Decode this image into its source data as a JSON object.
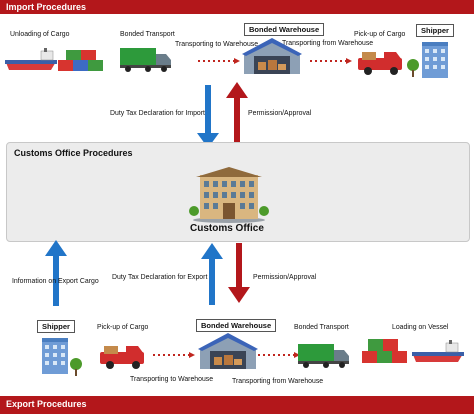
{
  "header_bar": {
    "label": "Import Procedures"
  },
  "footer_bar": {
    "label": "Export Procedures"
  },
  "customs": {
    "panel_title": "Customs Office Procedures",
    "office_label": "Customs Office"
  },
  "import": {
    "unloading": "Unloading of Cargo",
    "bonded_transport": "Bonded Transport",
    "to_warehouse": "Transporting to Warehouse",
    "bonded_warehouse": "Bonded Warehouse",
    "from_warehouse": "Transporting from Warehouse",
    "pickup": "Pick-up of Cargo",
    "shipper": "Shipper",
    "duty_declaration": "Duty Tax Declaration for Import",
    "permission": "Permission/Approval"
  },
  "export": {
    "info": "Information on Export Cargo",
    "duty_declaration": "Duty Tax Declaration for Export",
    "permission": "Permission/Approval",
    "shipper": "Shipper",
    "pickup": "Pick-up of Cargo",
    "bonded_warehouse": "Bonded Warehouse",
    "bonded_transport": "Bonded Transport",
    "loading": "Loading on Vessel",
    "to_warehouse": "Transporting to Warehouse",
    "from_warehouse": "Transporting from Warehouse"
  },
  "colors": {
    "bar_red": "#b3171b",
    "arrow_blue": "#2175c8",
    "arrow_red": "#b3171b",
    "dotted_red": "#c0261f"
  }
}
